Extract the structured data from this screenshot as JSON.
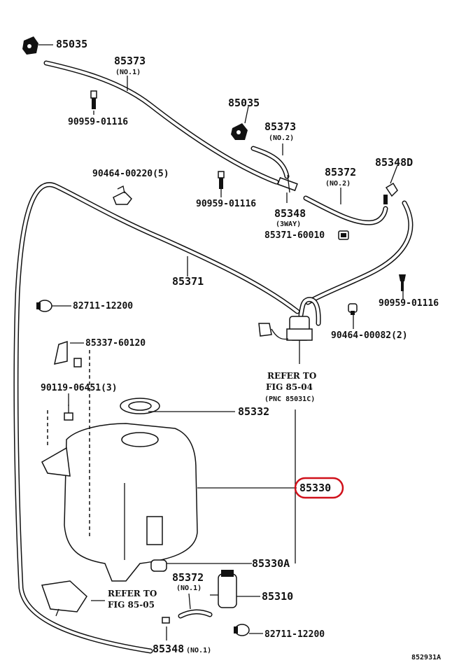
{
  "labels": {
    "p85035_top": "85035",
    "p85373_no1": "85373",
    "p85373_no1_sub": "(NO.1)",
    "p90959_a": "90959-01116",
    "p85035_mid": "85035",
    "p85373_no2": "85373",
    "p85373_no2_sub": "(NO.2)",
    "p90464_220": "90464-00220(5)",
    "p85372_no2": "85372",
    "p85372_no2_sub": "(NO.2)",
    "p85348d": "85348D",
    "p90959_b": "90959-01116",
    "p85348_3way": "85348",
    "p85348_3way_sub": "(3WAY)",
    "p85371_60010": "85371-60010",
    "p85371": "85371",
    "p82711_a": "82711-12200",
    "p90959_c": "90959-01116",
    "p90464_082": "90464-00082(2)",
    "p85337": "85337-60120",
    "refer_top_1": "REFER TO",
    "refer_top_2": "FIG 85-04",
    "refer_top_3": "(PNC 85031C)",
    "p90119": "90119-06451(3)",
    "p85332": "85332",
    "p85330": "85330",
    "p85330a": "85330A",
    "p85372_no1": "85372",
    "p85372_no1_sub": "(NO.1)",
    "p85310": "85310",
    "refer_bot_1": "REFER TO",
    "refer_bot_2": "FIG 85-05",
    "p82711_b": "82711-12200",
    "p85348_no1": "85348",
    "p85348_no1_sub": "(NO.1)",
    "diagram_id": "852931A"
  },
  "highlight_color": "#d0101a"
}
